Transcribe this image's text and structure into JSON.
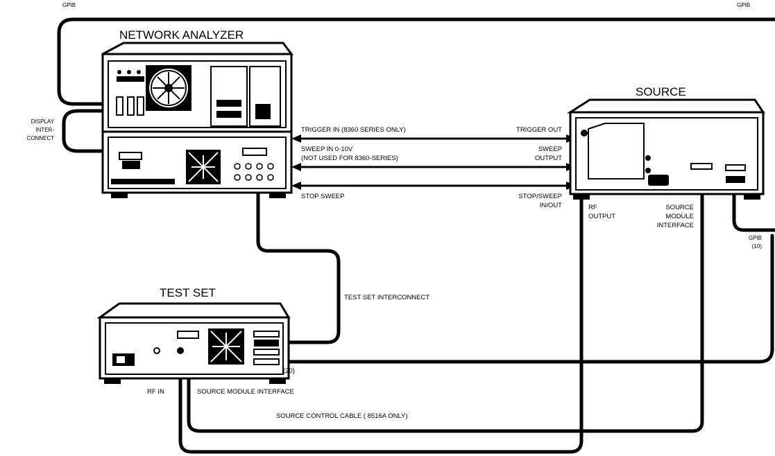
{
  "instruments": {
    "network_analyzer": "NETWORK ANALYZER",
    "source": "SOURCE",
    "test_set": "TEST SET"
  },
  "labels": {
    "gpib_left": "GPIB",
    "gpib_right": "GPIB",
    "display_line1": "DISPLAY",
    "display_line2": "INTER-",
    "display_line3": "CONNECT",
    "trigger_in": "TRIGGER IN (8360 SERIES ONLY)",
    "trigger_out": "TRIGGER OUT",
    "sweep_in_line1": "SWEEP IN 0-10V",
    "sweep_in_line2": "(NOT USED FOR 8360-SERIES)",
    "sweep_out_line1": "SWEEP",
    "sweep_out_line2": "OUTPUT",
    "stop_sweep": "STOP SWEEP",
    "stop_sweep_inout_line1": "STOP/SWEEP",
    "stop_sweep_inout_line2": "IN/OUT",
    "rf_output_line1": "RF",
    "rf_output_line2": "OUTPUT",
    "smi_line1": "SOURCE",
    "smi_line2": "MODULE",
    "smi_line3": "INTERFACE",
    "gpib10_line1": "GPIB",
    "gpib10_line2": "(10)",
    "test_set_interconnect": "TEST SET INTERCONNECT",
    "address_20": "(20)",
    "rf_in": "RF IN",
    "source_module_interface": "SOURCE MODULE INTERFACE",
    "source_control_cable": "SOURCE CONTROL CABLE ( 8516A ONLY)"
  }
}
